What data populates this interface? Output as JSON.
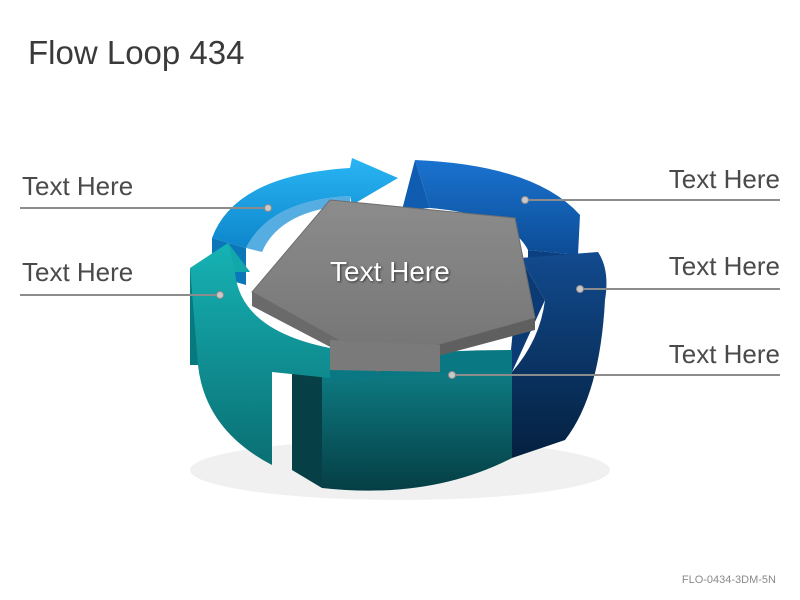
{
  "title": "Flow Loop 434",
  "center_label": "Text Here",
  "labels": {
    "left_top": "Text Here",
    "left_mid": "Text Here",
    "right_top": "Text Here",
    "right_mid": "Text Here",
    "right_bottom": "Text Here"
  },
  "code": "FLO-0434-3DM-5N",
  "colors": {
    "segment_light_blue": "#1ea8ec",
    "segment_blue": "#1565c0",
    "segment_dark_blue": "#0d3f7a",
    "segment_teal": "#0aa3a8",
    "segment_dark_teal": "#0c6f78",
    "center_gray": "#808080",
    "connector": "#8c8c8c"
  }
}
